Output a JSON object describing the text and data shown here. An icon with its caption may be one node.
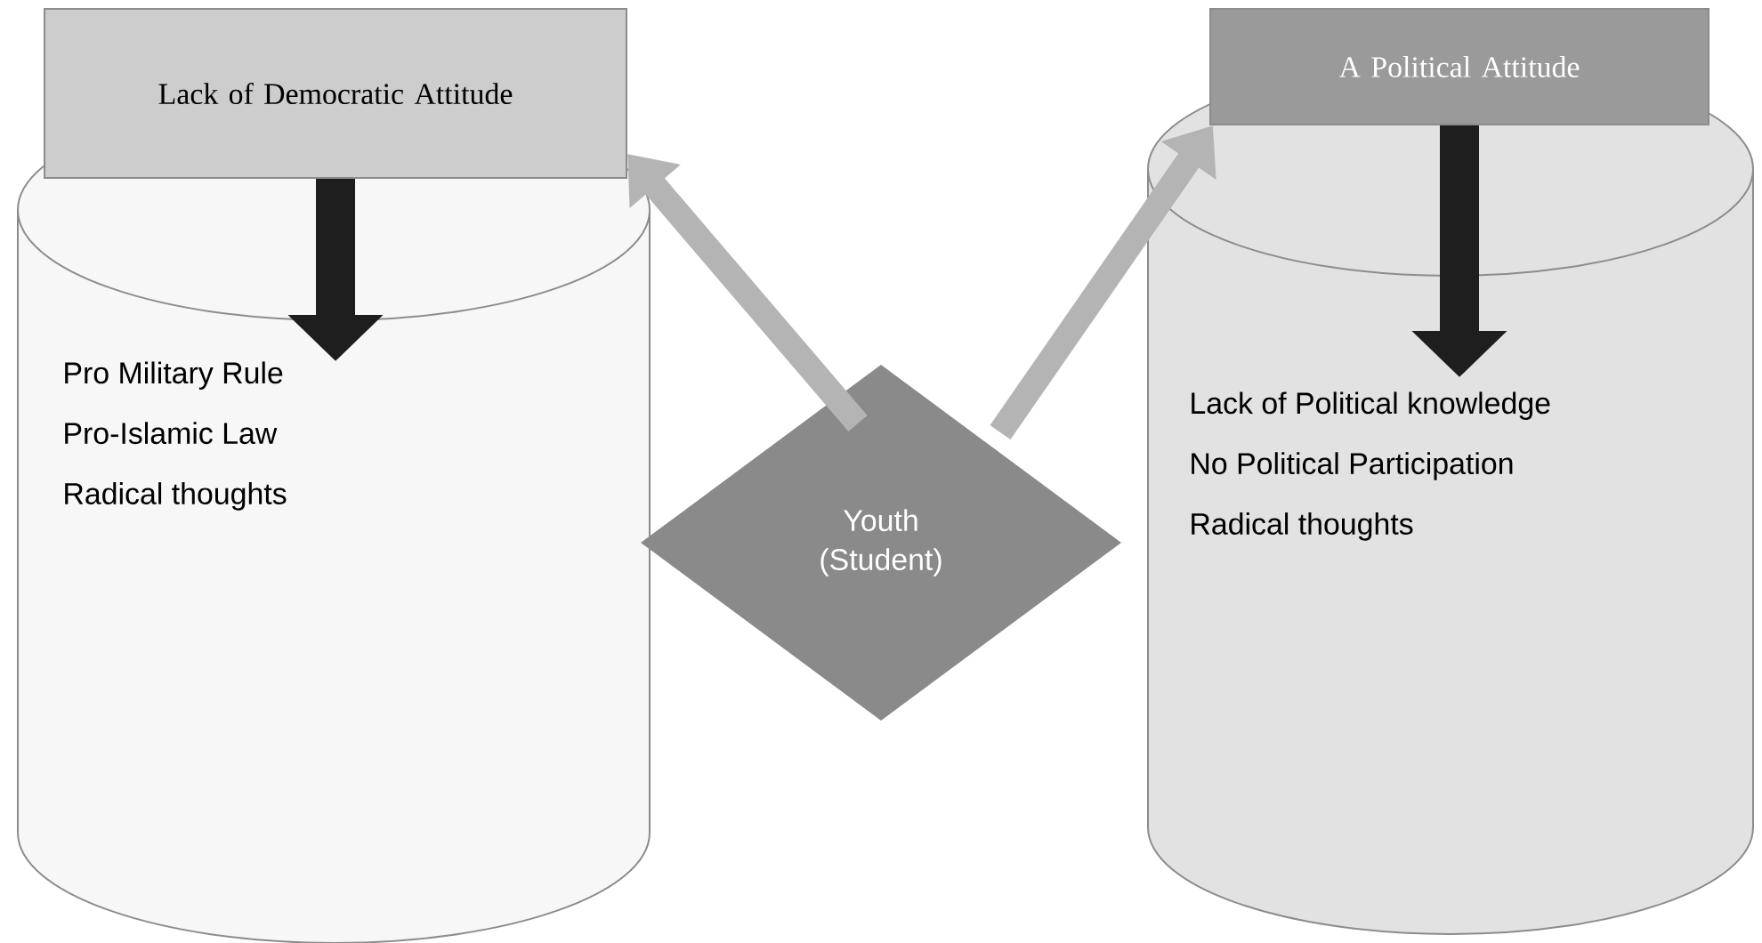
{
  "diagram": {
    "nodes": [
      {
        "text": [
          "Pro Military Rule",
          "Pro-Islamic Law",
          "Radical thoughts"
        ]
      },
      {
        "text": [
          "Lack of Democratic Attitude"
        ]
      },
      {
        "text": [
          "Lack of Political knowledge",
          "No Political Participation",
          "Radical thoughts"
        ]
      },
      {
        "text": [
          "A Political Attitude"
        ]
      },
      {
        "text": [
          "Youth (Student)"
        ]
      }
    ],
    "edges": [
      {
        "from": 1,
        "to": 0,
        "arrow": "to",
        "color": "#1e1e1e"
      },
      {
        "from": 3,
        "to": 2,
        "arrow": "to",
        "color": "#1e1e1e"
      },
      {
        "from": 4,
        "to": 1,
        "arrow": "to",
        "color": "#b4b4b4"
      },
      {
        "from": 4,
        "to": 3,
        "arrow": "to",
        "color": "#b4b4b4"
      }
    ]
  }
}
